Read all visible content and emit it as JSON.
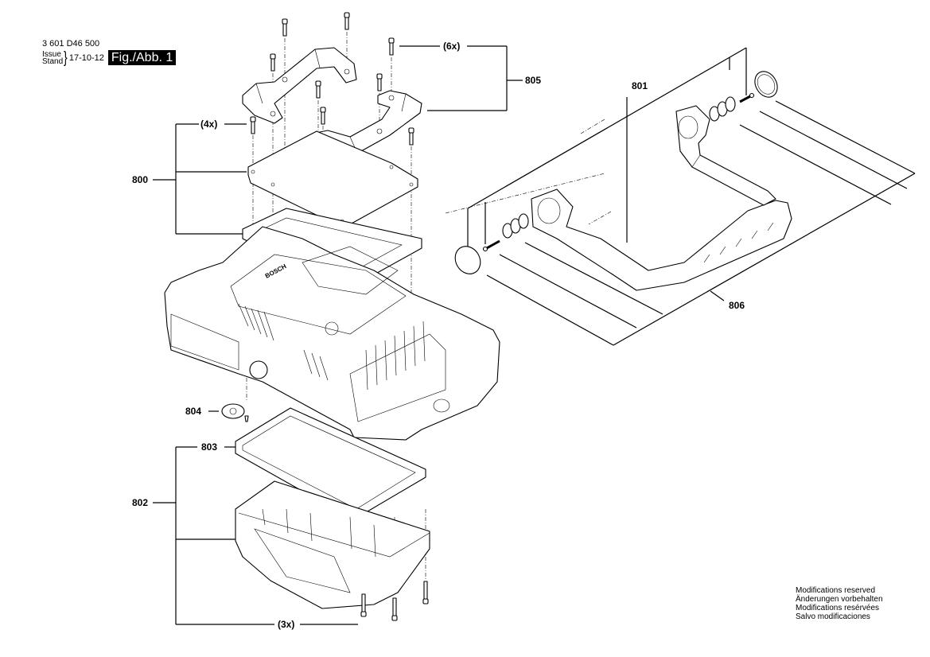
{
  "header": {
    "document_number": "3 601 D46 500",
    "issue_label": "Issue",
    "stand_label": "Stand",
    "issue_date": "17-10-12",
    "figure_label": "Fig./Abb. 1"
  },
  "callouts": {
    "p800": "800",
    "p801": "801",
    "p802": "802",
    "p803": "803",
    "p804": "804",
    "p805": "805",
    "p806": "806",
    "qty_805": "(6x)",
    "qty_800": "(4x)",
    "qty_802": "(3x)"
  },
  "footer": {
    "notes": [
      "Modifications reserved",
      "Änderungen vorbehalten",
      "Modifications resérvées",
      "Salvo modificaciones"
    ]
  },
  "brand_text": "BOSCH"
}
